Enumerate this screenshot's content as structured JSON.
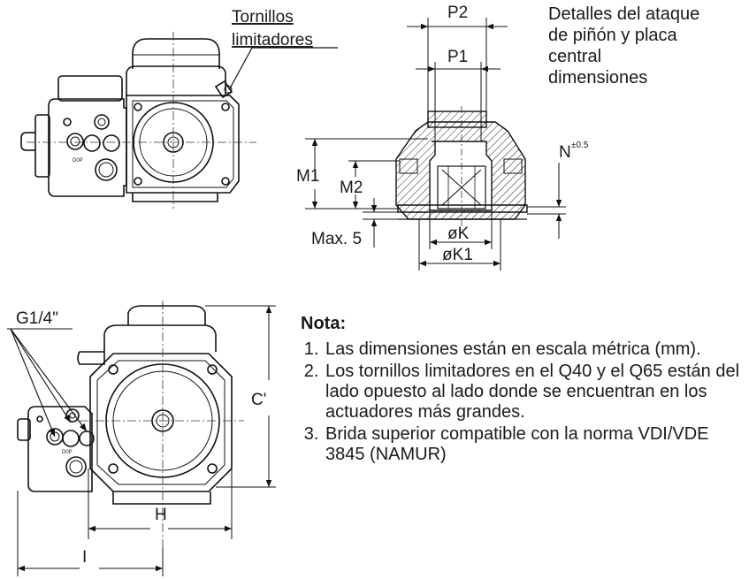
{
  "labels": {
    "limit_screws_line1": "Tornillos",
    "limit_screws_line2": "limitadores",
    "p2": "P2",
    "p1": "P1",
    "m1": "M1",
    "m2": "M2",
    "n": "N",
    "n_tol": "±0.5",
    "max5": "Max. 5",
    "k": "øK",
    "k1": "øK1",
    "g14": "G1/4\"",
    "c_prime": "C'",
    "h": "H",
    "i": "I"
  },
  "details_text": [
    "Detalles del ataque",
    "de piñón y placa",
    "central",
    "dimensiones"
  ],
  "note": {
    "title": "Nota:",
    "items": [
      "Las dimensiones están en escala métrica (mm).",
      "Los tornillos limitadores en el Q40 y el Q65 están del lado opuesto al lado donde se encuentran en los actuadores más grandes.",
      "Brida superior compatible con la norma VDI/VDE 3845 (NAMUR)"
    ]
  }
}
